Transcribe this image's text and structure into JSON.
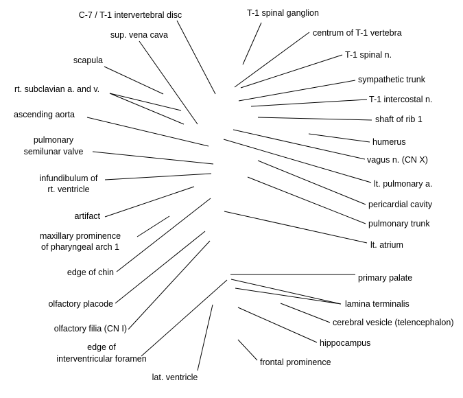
{
  "labels": {
    "c7_t1_disc": "C-7 / T-1 intervertebral disc",
    "t1_spinal_ganglion": "T-1 spinal ganglion",
    "sup_vena_cava": "sup. vena cava",
    "centrum_t1": "centrum of T-1 vertebra",
    "t1_spinal_n": "T-1 spinal n.",
    "scapula": "scapula",
    "sympathetic_trunk": "sympathetic trunk",
    "rt_subclavian": "rt. subclavian a. and v.",
    "t1_intercostal_n": "T-1 intercostal n.",
    "ascending_aorta": "ascending aorta",
    "shaft_rib1": "shaft of rib 1",
    "humerus": "humerus",
    "pulm_semilunar_l1": "pulmonary",
    "pulm_semilunar_l2": "semilunar valve",
    "vagus_n": "vagus n. (CN X)",
    "infundibulum_l1": "infundibulum of",
    "infundibulum_l2": "rt. ventricle",
    "lt_pulmonary_a": "lt. pulmonary a.",
    "pericardial_cavity": "pericardial cavity",
    "artifact": "artifact",
    "maxillary_l1": "maxillary prominence",
    "maxillary_l2": "of pharyngeal arch 1",
    "pulmonary_trunk": "pulmonary trunk",
    "lt_atrium": "lt. atrium",
    "edge_of_chin": "edge of chin",
    "primary_palate": "primary palate",
    "lamina_terminalis": "lamina terminalis",
    "olfactory_placode": "olfactory placode",
    "cerebral_vesicle": "cerebral vesicle (telencephalon)",
    "olfactory_filia": "olfactory filia (CN I)",
    "edge_iv_foramen_l1": "edge of",
    "edge_iv_foramen_l2": "interventricular foramen",
    "hippocampus": "hippocampus",
    "frontal_prominence": "frontal prominence",
    "lat_ventricle": "lat. ventricle"
  },
  "colors": {
    "line": "#000000",
    "text": "#000000",
    "background": "#ffffff"
  }
}
